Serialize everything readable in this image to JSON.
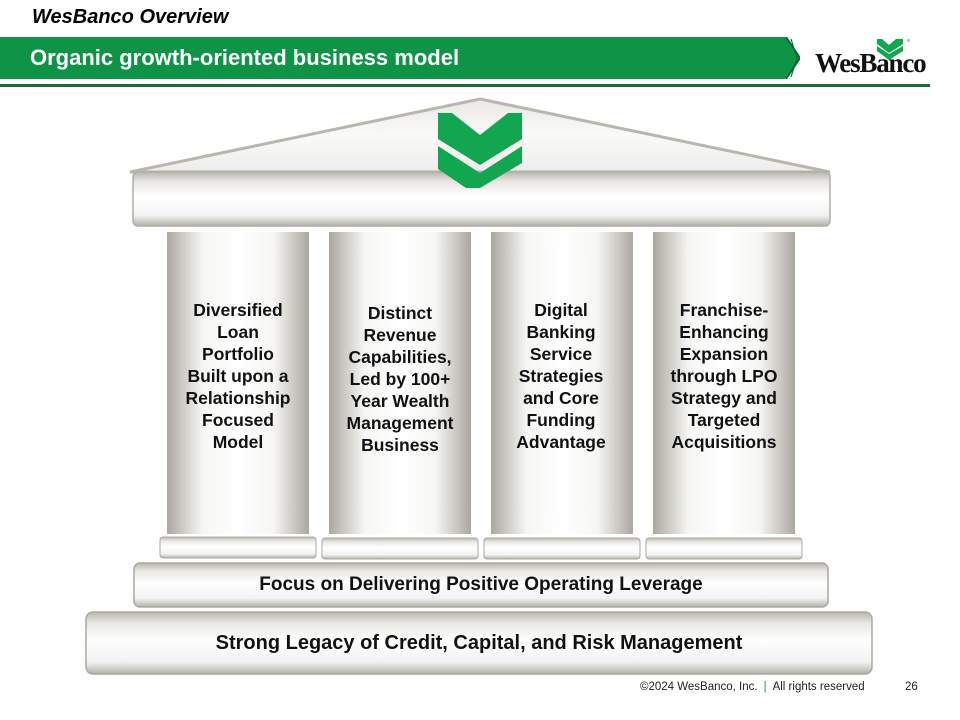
{
  "header": {
    "section": "WesBanco Overview",
    "title": "Organic growth-oriented business model",
    "logo_text": "WesBanco"
  },
  "colors": {
    "brand_green": "#0f9447",
    "logo_green": "#13a651",
    "stone": "#b5b3ab",
    "stone_light": "#f4f4f2"
  },
  "diagram": {
    "roof_icon": "wesbanco-w-icon",
    "pillars": [
      {
        "lines": [
          "Diversified",
          "Loan",
          "Portfolio",
          "Built upon a",
          "Relationship",
          "Focused",
          "Model"
        ]
      },
      {
        "lines": [
          "Distinct",
          "Revenue",
          "Capabilities,",
          "Led by 100+",
          "Year Wealth",
          "Management",
          "Business"
        ]
      },
      {
        "lines": [
          "Digital",
          "Banking",
          "Service",
          "Strategies",
          "and Core",
          "Funding",
          "Advantage"
        ]
      },
      {
        "lines": [
          "Franchise-",
          "Enhancing",
          "Expansion",
          "through LPO",
          "Strategy and",
          "Targeted",
          "Acquisitions"
        ]
      }
    ],
    "upper_step": "Focus on Delivering Positive Operating Leverage",
    "foundation": "Strong Legacy of Credit, Capital, and Risk Management"
  },
  "footer": {
    "copyright": "©2024 WesBanco, Inc.",
    "separator": "|",
    "rights": "All rights reserved",
    "page": "26"
  }
}
